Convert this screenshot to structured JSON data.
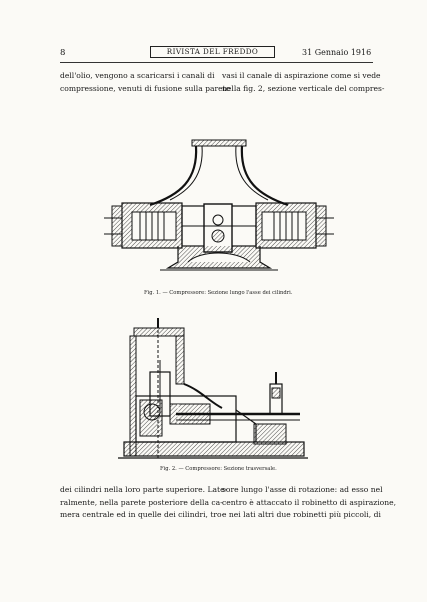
{
  "header": {
    "page_number": "8",
    "running_title": "RIVISTA DEL FREDDO",
    "date": "31 Gennaio 1916"
  },
  "text_top": {
    "left_lines": [
      "dell'olio, vengono a scaricarsi i canali di",
      "compressione, venuti di fusione sulla parete"
    ],
    "right_lines": [
      "vasi il canale di aspirazione come si vede",
      "nella fig. 2, sezione verticale del compres-"
    ]
  },
  "figures": {
    "fig1_caption": "Fig. 1. — Compressore: Sezione lungo l'asse dei cilindri.",
    "fig2_caption": "Fig. 2. — Compressore: Sezione trasversale."
  },
  "text_bottom": {
    "left_lines": [
      "dei cilindri nella loro parte superiore. Late-",
      "ralmente, nella parete posteriore della ca-",
      "mera centrale ed in quelle dei cilindri, tro-"
    ],
    "right_lines": [
      "sore lungo l'asse di rotazione: ad esso nel",
      "centro è attaccato il robinetto di aspirazione,",
      "e nei lati altri due robinetti più piccoli, di"
    ]
  }
}
